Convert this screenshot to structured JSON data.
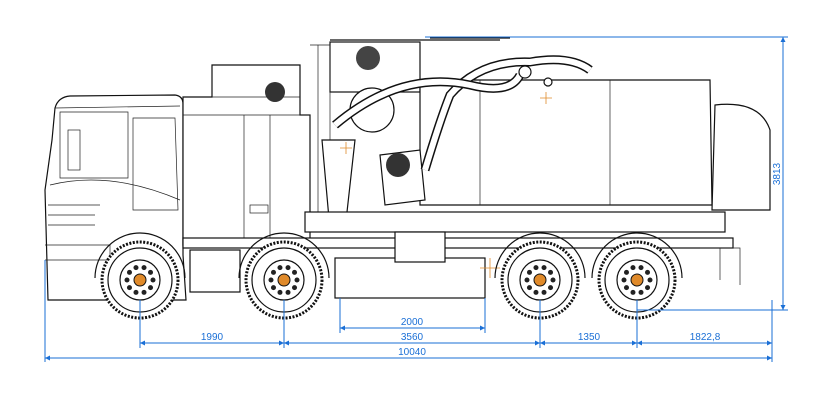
{
  "drawing": {
    "subject": "truck",
    "dimensions": {
      "wheelbase_front": "1990",
      "wheelbase_middle": "3560",
      "inner_span": "2000",
      "rear_axle_spacing": "1350",
      "rear_overhang": "1822,8",
      "overall_length": "10040",
      "overall_height": "3813"
    },
    "axles": 4,
    "colors": {
      "dimension": "#1a6fd6",
      "line": "#111111",
      "marker": "#e08a2a"
    }
  }
}
